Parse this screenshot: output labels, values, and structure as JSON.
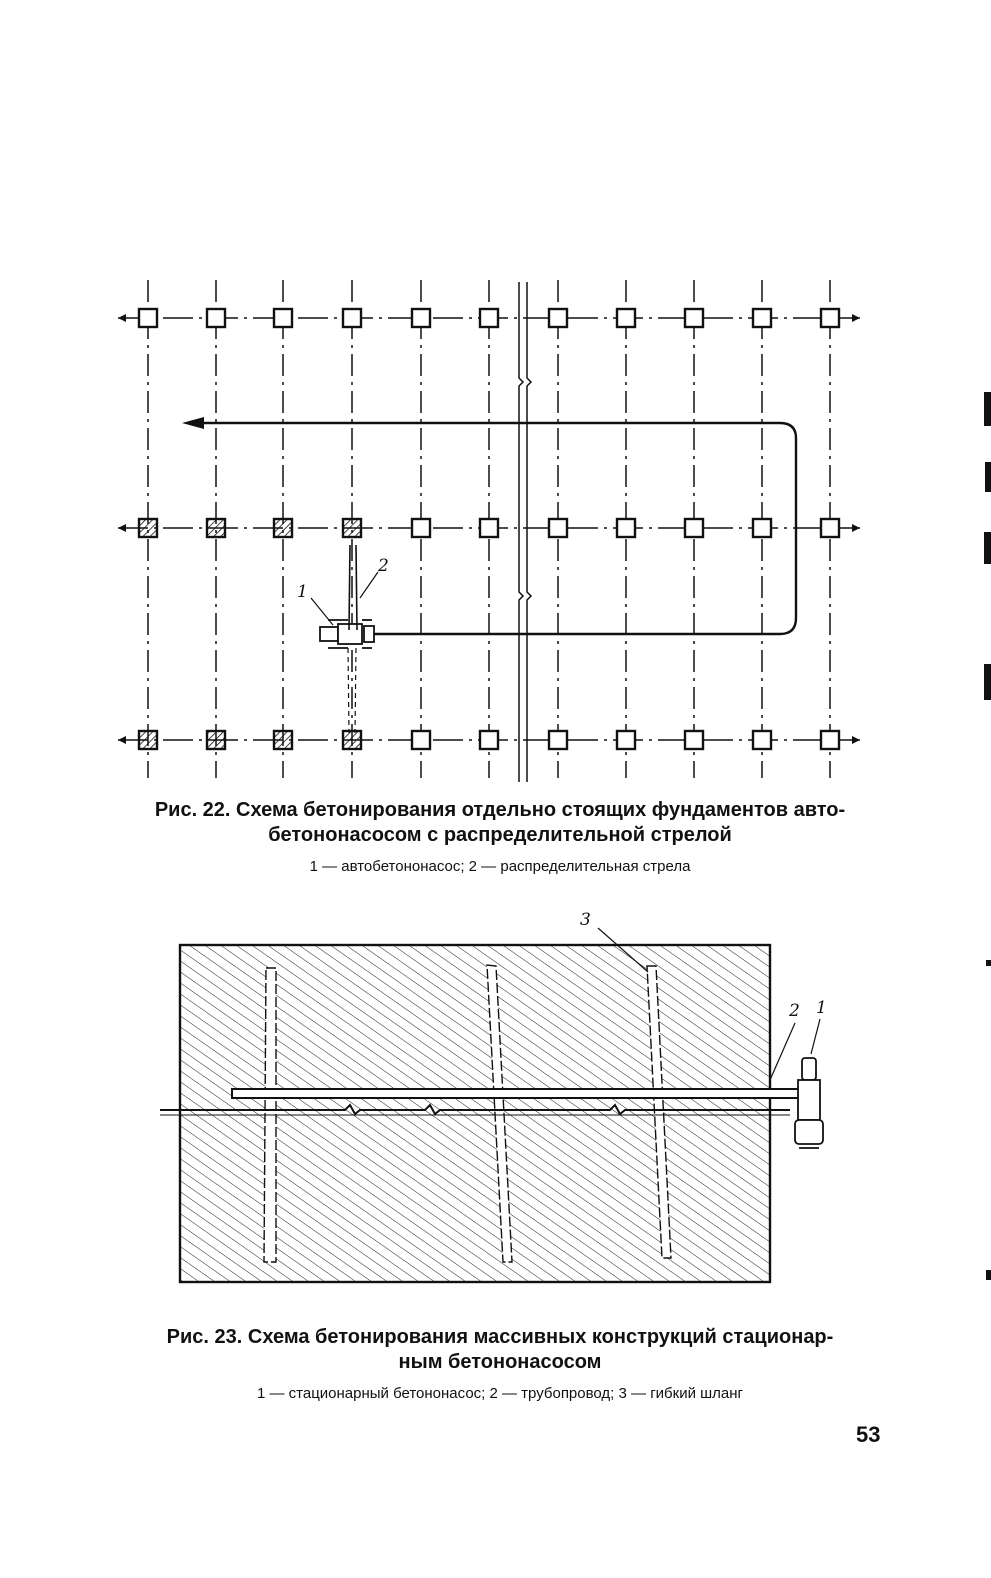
{
  "figure22": {
    "caption_line1": "Рис. 22. Схема бетонирования отдельно стоящих фундаментов авто-",
    "caption_line2": "бетононасосом с распределительной стрелой",
    "legend": "1 — автобетононасос; 2 — распределительная стрела",
    "callouts": [
      "1",
      "2"
    ]
  },
  "figure23": {
    "caption_line1": "Рис. 23. Схема бетонирования массивных конструкций стационар-",
    "caption_line2": "ным бетононасосом",
    "legend": "1 — стационарный бетононасос; 2 — трубопровод; 3 — гибкий шланг",
    "callouts": [
      "1",
      "2",
      "3"
    ]
  },
  "page_number": "53",
  "colors": {
    "ink": "#111111",
    "paper": "#ffffff"
  }
}
